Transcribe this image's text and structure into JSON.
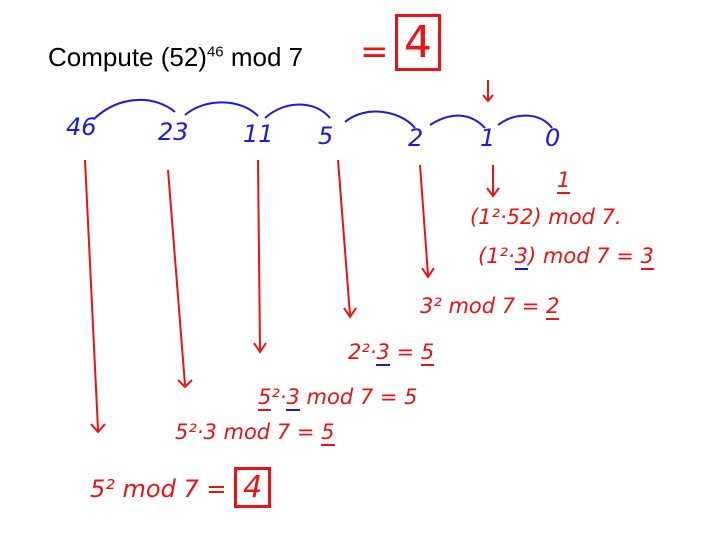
{
  "slide": {
    "title_base": "Compute (52)",
    "title_exp": "46",
    "title_rest": " mod 7",
    "answer_prefix": "=",
    "answer": "4"
  },
  "sequence": [
    "46",
    "23",
    "11",
    "5",
    "2",
    "1",
    "0"
  ],
  "steps": {
    "base_value": "1",
    "step1": "(1²·52) mod 7.",
    "step2_left": "(1²·",
    "step2_mid": "3",
    "step2_right": ") mod 7 =",
    "step2_result": "3",
    "step3_left": "3² mod 7 =",
    "step3_result": "2",
    "step4_left": "2²·",
    "step4_mid": "3",
    "step4_eq": " =",
    "step4_result": "5",
    "step5_left": "5",
    "step5_sq": "²·",
    "step5_mid": "3",
    "step5_right": " mod 7 = 5",
    "step6_left": "5²·3 mod 7 =",
    "step6_result": "5",
    "step7_left": "5² mod 7 =",
    "step7_result": "4"
  },
  "colors": {
    "ink_red": "#ee1111",
    "ink_blue": "#1a1ae0"
  }
}
